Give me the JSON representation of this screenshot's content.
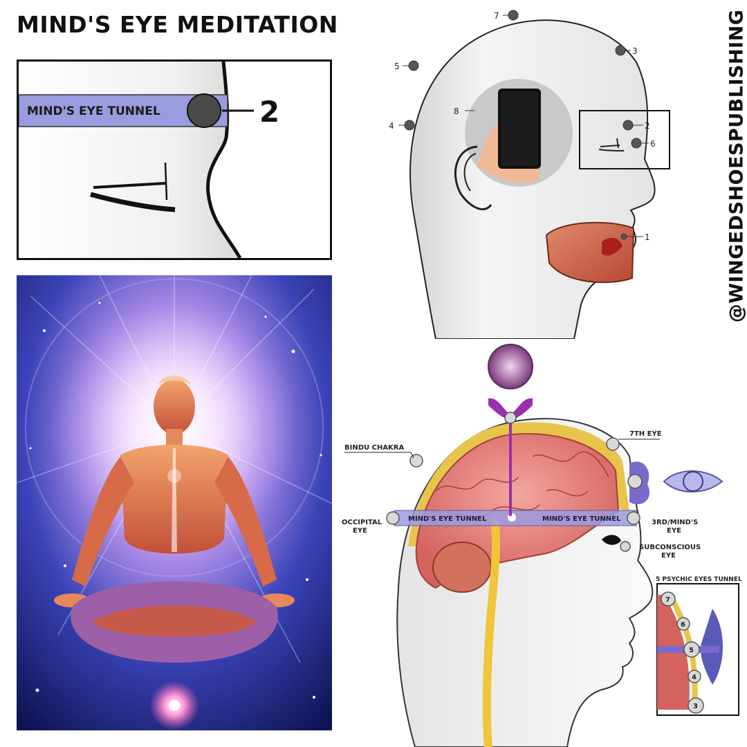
{
  "title": "MIND'S EYE MEDITATION",
  "watermark": "@WINGEDSHOESPUBLISHING",
  "zoom_panel": {
    "tunnel_label": "MIND'S EYE TUNNEL",
    "number": "2"
  },
  "head_diagram": {
    "labels": [
      "1",
      "2",
      "3",
      "4",
      "5",
      "6",
      "7",
      "8"
    ]
  },
  "brain_diagram": {
    "bindu": "BINDU CHAKRA",
    "seventh": "7TH EYE",
    "occipital_1": "OCCIPITAL",
    "occipital_2": "EYE",
    "tunnel_left": "MIND'S EYE TUNNEL",
    "tunnel_right": "MIND'S EYE TUNNEL",
    "third_1": "3RD/MIND'S",
    "third_2": "EYE",
    "subconscious_1": "SUBCONSCIOUS",
    "subconscious_2": "EYE",
    "inset_title": "5 PSYCHIC EYES TUNNEL",
    "inset_numbers": [
      "7",
      "6",
      "5",
      "4",
      "3"
    ]
  },
  "colors": {
    "tunnel": "#9b9be0",
    "brain": "#e97c7c",
    "skull": "#e8c44a",
    "spine": "#f2c43c",
    "chakra_purple": "#9a2fb0",
    "cosmic_blue": "#1b2a8a"
  }
}
